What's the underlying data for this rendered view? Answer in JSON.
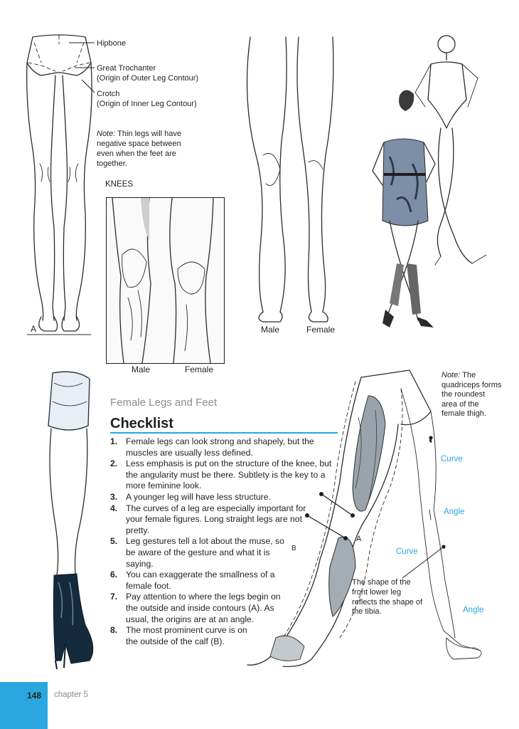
{
  "labels": {
    "hipbone": "Hipbone",
    "trochanter_1": "Great Trochanter",
    "trochanter_2": "(Origin of Outer Leg Contour)",
    "crotch_1": "Crotch",
    "crotch_2": "(Origin of Inner Leg Contour)",
    "note_prefix": "Note:",
    "note_text": " Thin legs will have negative space between even when the feet are together.",
    "knees": "KNEES",
    "fig_a": "A"
  },
  "captions": {
    "knee_male": "Male",
    "knee_female": "Female",
    "legs_male": "Male",
    "legs_female": "Female"
  },
  "quad_note": {
    "prefix": "Note:",
    "text": " The quadriceps forms the roundest area of the female thigh."
  },
  "annotations": {
    "curve_1": "Curve",
    "angle_1": "Angle",
    "curve_2": "Curve",
    "angle_2": "Angle",
    "point_a": "A",
    "point_b": "B",
    "tibia": "The shape of the front lower leg reflects the shape of the tibia."
  },
  "section": {
    "subhead": "Female Legs and Feet",
    "heading": "Checklist"
  },
  "checklist": [
    {
      "num": "1.",
      "text": "Female legs can look strong and shapely, but the muscles are usually less defined."
    },
    {
      "num": "2.",
      "text": "Less emphasis is put on the structure of the knee, but the angularity must be there. Subtlety is the key to a more feminine look."
    },
    {
      "num": "3.",
      "text": "A younger leg will have less structure."
    },
    {
      "num": "4.",
      "text": "The curves of a leg are especially important for your female figures. Long straight legs are not pretty."
    },
    {
      "num": "5.",
      "text": "Leg gestures tell a lot about the muse, so be aware of the gesture and what it is saying."
    },
    {
      "num": "6.",
      "text": "You can exaggerate the smallness of a female foot."
    },
    {
      "num": "7.",
      "text": "Pay attention to where the legs begin on the outside and inside contours (A). As usual, the origins are at an angle."
    },
    {
      "num": "8.",
      "text": "The most prominent curve is on the outside of the calf (B)."
    }
  ],
  "footer": {
    "page_number": "148",
    "chapter": "chapter 5"
  },
  "colors": {
    "accent": "#2aa7df",
    "text": "#231f20",
    "subhead": "#8a8c8e"
  }
}
